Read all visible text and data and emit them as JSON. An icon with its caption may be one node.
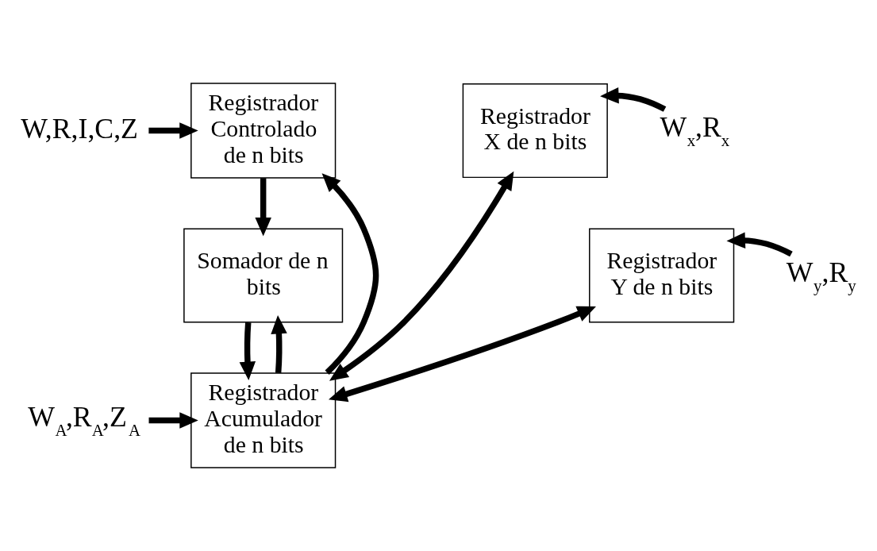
{
  "diagram": {
    "nodes": [
      {
        "text": [
          "Registrador Controlado de n bits"
        ]
      },
      {
        "text": [
          "Somador de n bits"
        ]
      },
      {
        "text": [
          "Registrador Acumulador de n bits"
        ]
      },
      {
        "text": [
          "Registrador X de n bits"
        ]
      },
      {
        "text": [
          "Registrador Y de n bits"
        ]
      },
      {
        "text": [
          "W,R,I,C,Z"
        ]
      },
      {
        "text": [
          "W$_{A}$,R$_{A}$,Z$_{A}$"
        ]
      },
      {
        "text": [
          "W$_{x}$,R$_{x}$"
        ]
      },
      {
        "text": [
          "W$_{y}$,R$_{y}$"
        ]
      }
    ],
    "edges": [
      {
        "from": 5,
        "to": 0,
        "arrow": "to"
      },
      {
        "from": 0,
        "to": 1,
        "arrow": "to"
      },
      {
        "from": 1,
        "to": 2,
        "arrow": "to"
      },
      {
        "from": 2,
        "to": 1,
        "arrow": "to"
      },
      {
        "from": 6,
        "to": 2,
        "arrow": "to"
      },
      {
        "from": 2,
        "to": 0,
        "arrow": "to"
      },
      {
        "from": 2,
        "to": 3,
        "arrow": "both"
      },
      {
        "from": 2,
        "to": 4,
        "arrow": "both"
      },
      {
        "from": 7,
        "to": 3,
        "arrow": "to"
      },
      {
        "from": 8,
        "to": 4,
        "arrow": "to"
      }
    ]
  }
}
